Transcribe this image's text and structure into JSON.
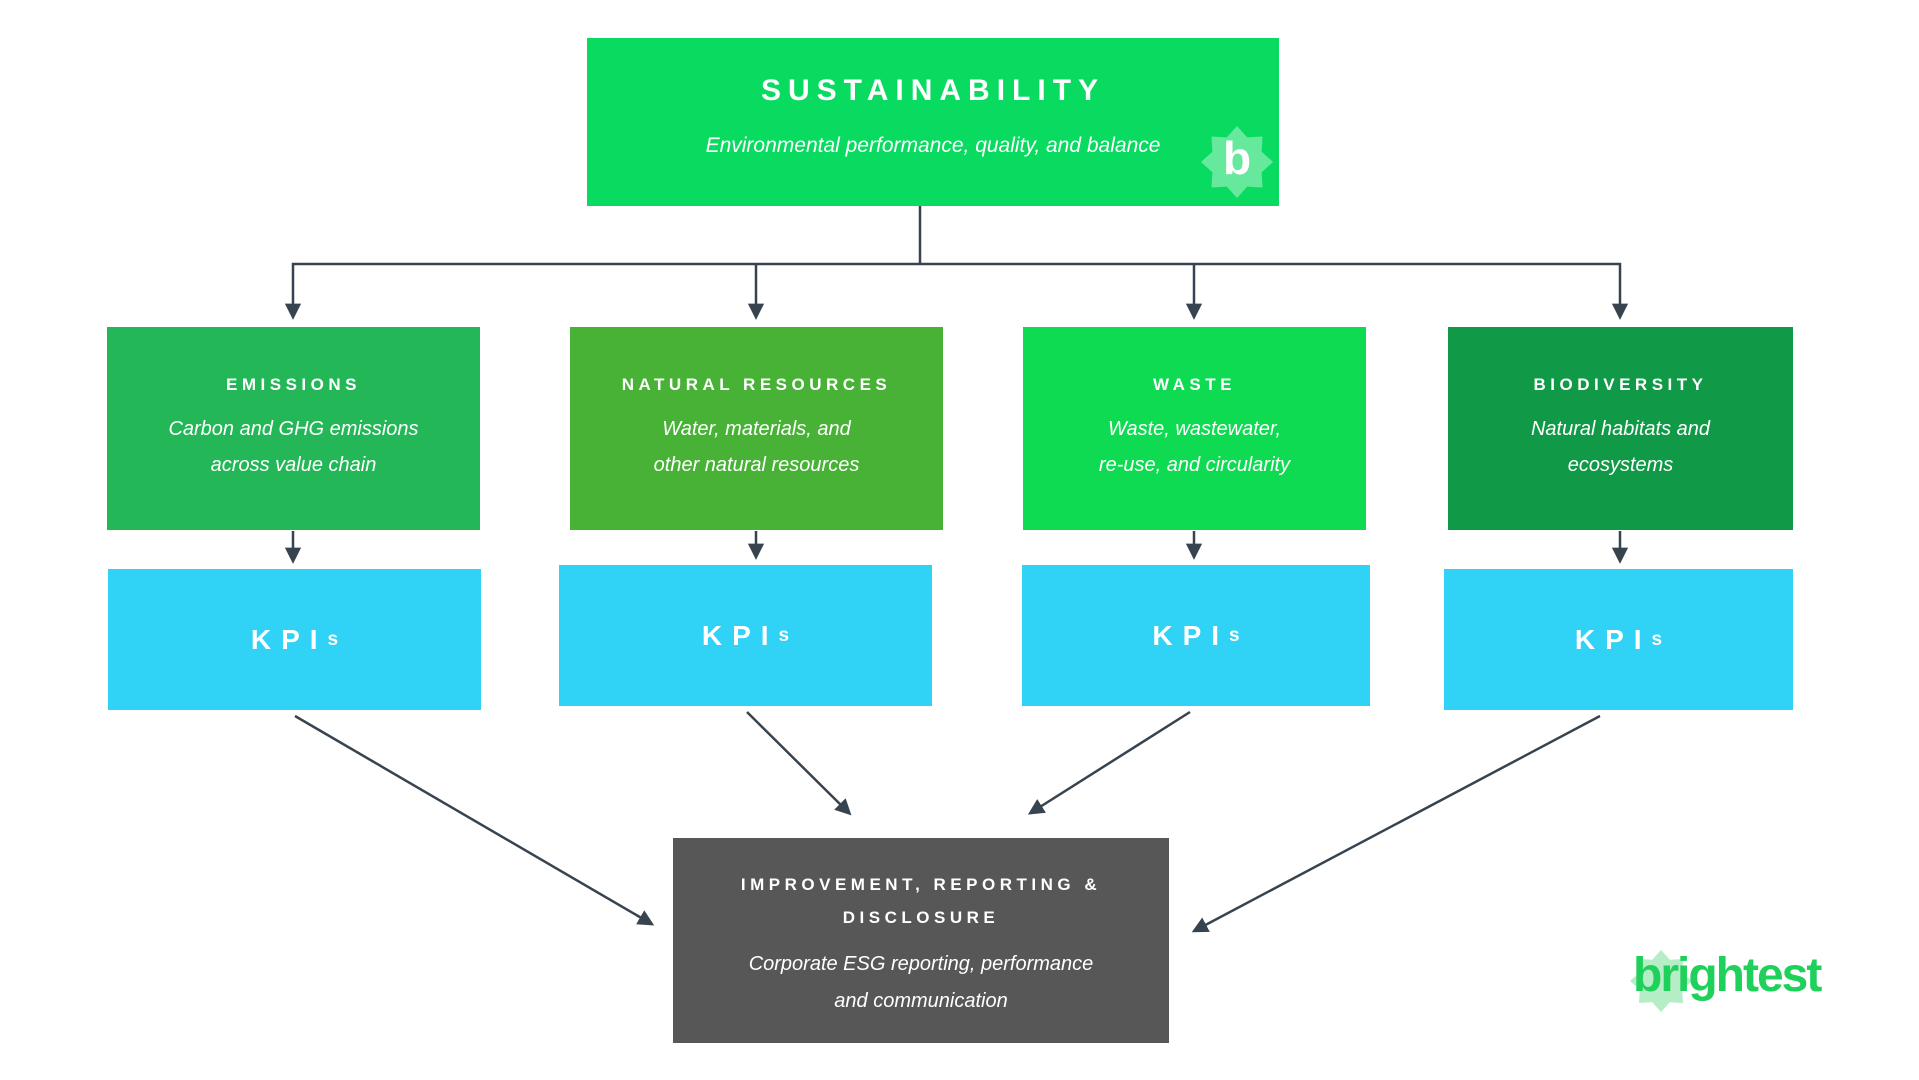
{
  "diagram": {
    "root": {
      "title": "SUSTAINABILITY",
      "subtitle": "Environmental performance, quality, and balance",
      "color": "#09db61",
      "badge_letter": "b"
    },
    "pillars": [
      {
        "title": "EMISSIONS",
        "subtitle_line1": "Carbon and GHG emissions",
        "subtitle_line2": "across value chain",
        "color": "#23b758"
      },
      {
        "title": "NATURAL RESOURCES",
        "subtitle_line1": "Water, materials, and",
        "subtitle_line2": "other natural resources",
        "color": "#48b236"
      },
      {
        "title": "WASTE",
        "subtitle_line1": "Waste, wastewater,",
        "subtitle_line2": "re-use, and circularity",
        "color": "#0edb52"
      },
      {
        "title": "BIODIVERSITY",
        "subtitle_line1": "Natural habitats and",
        "subtitle_line2": "ecosystems",
        "color": "#109a47"
      }
    ],
    "kpi": {
      "label": "KPI",
      "suffix": "s",
      "color": "#30d2f6"
    },
    "sink": {
      "title_line1": "IMPROVEMENT, REPORTING &",
      "title_line2": "DISCLOSURE",
      "subtitle_line1": "Corporate ESG reporting, performance",
      "subtitle_line2": "and communication",
      "color": "#575757"
    },
    "connector_color": "#37444f"
  },
  "branding": {
    "logo_text": "brightest",
    "logo_color": "#1fd15b",
    "star_color": "#b5eec6",
    "badge_star_color": "rgba(255,255,255,0.38)"
  }
}
